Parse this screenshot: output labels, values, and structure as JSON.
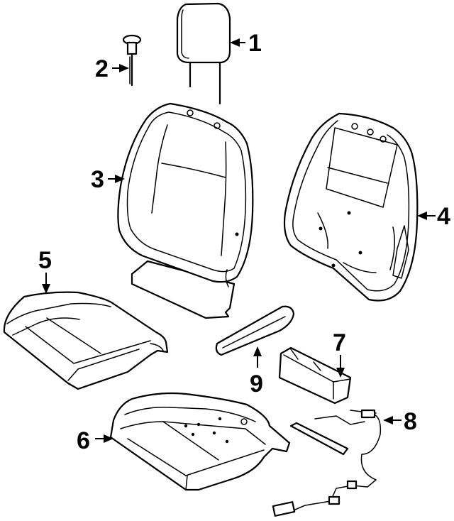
{
  "callouts": [
    {
      "id": "1",
      "label": "1"
    },
    {
      "id": "2",
      "label": "2"
    },
    {
      "id": "3",
      "label": "3"
    },
    {
      "id": "4",
      "label": "4"
    },
    {
      "id": "5",
      "label": "5"
    },
    {
      "id": "6",
      "label": "6"
    },
    {
      "id": "7",
      "label": "7"
    },
    {
      "id": "8",
      "label": "8"
    },
    {
      "id": "9",
      "label": "9"
    }
  ],
  "colors": {
    "ink": "#000000",
    "paper": "#ffffff"
  }
}
